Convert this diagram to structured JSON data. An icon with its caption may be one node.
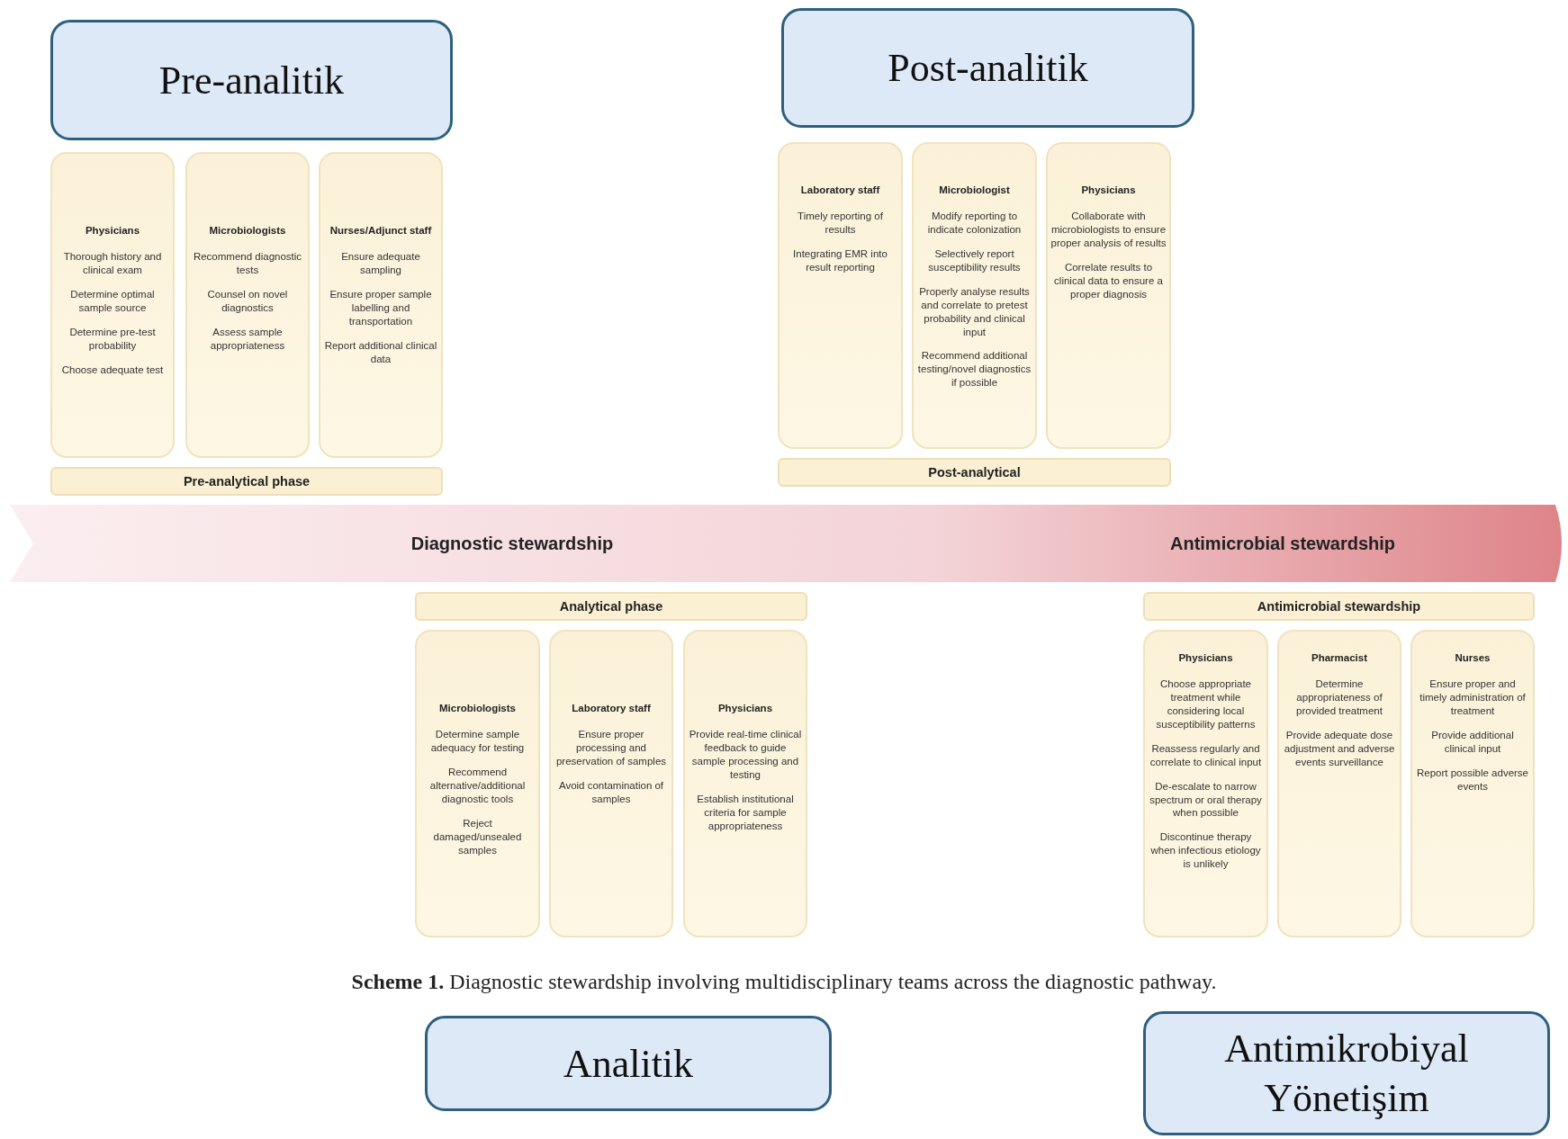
{
  "diagram": {
    "caption": "**Scheme 1.** Diagnostic stewardship involving multidisciplinary teams across the diagnostic pathway.",
    "nodes": [
      {
        "text": [
          "Pre-analitik"
        ]
      },
      {
        "text": [
          "Post-analitik"
        ]
      },
      {
        "text": [
          "Physicians",
          "Thorough history and clinical exam",
          "Determine optimal sample source",
          "Determine pre-test probability",
          "Choose adequate test"
        ]
      },
      {
        "text": [
          "Microbiologists",
          "Recommend diagnostic tests",
          "Counsel on novel diagnostics",
          "Assess sample appropriateness"
        ]
      },
      {
        "text": [
          "Nurses/Adjunct staff",
          "Ensure adequate sampling",
          "Ensure proper sample labelling and transportation",
          "Report additional clinical data"
        ]
      },
      {
        "text": [
          "Laboratory staff",
          "Timely reporting of results",
          "Integrating EMR into result reporting"
        ]
      },
      {
        "text": [
          "Microbiologist",
          "Modify reporting to indicate colonization",
          "Selectively report susceptibility results",
          "Properly analyse results and correlate to pretest probability and clinical input",
          "Recommend additional testing/novel diagnostics if possible"
        ]
      },
      {
        "text": [
          "Physicians",
          "Collaborate with microbiologists to ensure proper analysis of results",
          "Correlate results to clinical data to ensure a proper diagnosis"
        ]
      },
      {
        "text": [
          "Pre-analytical phase"
        ]
      },
      {
        "text": [
          "Post-analytical"
        ]
      },
      {
        "text": [
          "Diagnostic stewardship",
          "Antimicrobial stewardship"
        ]
      },
      {
        "text": [
          "Analytical phase"
        ]
      },
      {
        "text": [
          "Antimicrobial stewardship"
        ]
      },
      {
        "text": [
          "Microbiologists",
          "Determine sample adequacy for testing",
          "Recommend alternative/additional diagnostic tools",
          "Reject damaged/unsealed samples"
        ]
      },
      {
        "text": [
          "Laboratory staff",
          "Ensure proper processing and preservation of samples",
          "Avoid contamination of samples"
        ]
      },
      {
        "text": [
          "Physicians",
          "Provide real-time clinical feedback to guide sample processing and testing",
          "Establish institutional criteria for sample appropriateness"
        ]
      },
      {
        "text": [
          "Physicians",
          "Choose appropriate treatment while considering local susceptibility patterns",
          "Reassess regularly and correlate to clinical input",
          "De-escalate to narrow spectrum or oral therapy when possible",
          "Discontinue therapy when infectious etiology is unlikely"
        ]
      },
      {
        "text": [
          "Pharmacist",
          "Determine appropriateness of provided treatment",
          "Provide adequate dose adjustment and adverse events surveillance"
        ]
      },
      {
        "text": [
          "Nurses",
          "Ensure proper and timely administration of treatment",
          "Provide additional clinical input",
          "Report possible adverse events"
        ]
      },
      {
        "text": [
          "Analitik"
        ]
      },
      {
        "text": [
          "Antimikrobiyal Yönetişim"
        ]
      }
    ]
  }
}
